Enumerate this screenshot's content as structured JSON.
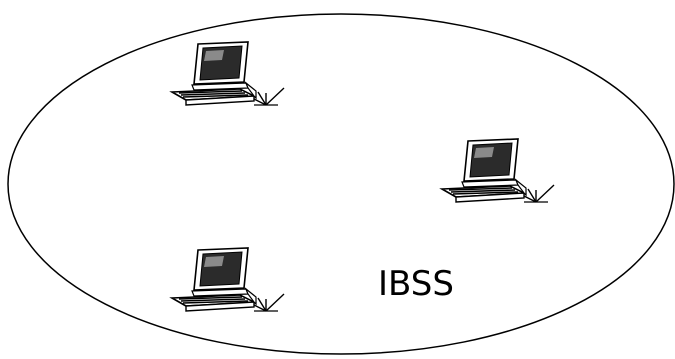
{
  "diagram": {
    "label": "IBSS",
    "stations": [
      {
        "name": "laptop-station-1"
      },
      {
        "name": "laptop-station-2"
      },
      {
        "name": "laptop-station-3"
      }
    ],
    "colors": {
      "stroke": "#000000",
      "screen": "#2b2b2b",
      "screen_glare": "#8a8a8a",
      "body_fill": "#ffffff"
    }
  }
}
